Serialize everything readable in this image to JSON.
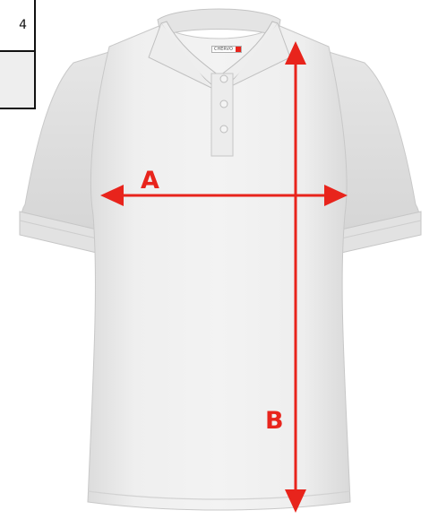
{
  "size_table": {
    "visible_text": "4"
  },
  "brand_tag": {
    "text": "CHERVO"
  },
  "measurements": {
    "a_label": "A",
    "b_label": "B"
  },
  "colors": {
    "arrow": "#e8241c",
    "shirt": "#ececec",
    "table_border": "#111111"
  }
}
